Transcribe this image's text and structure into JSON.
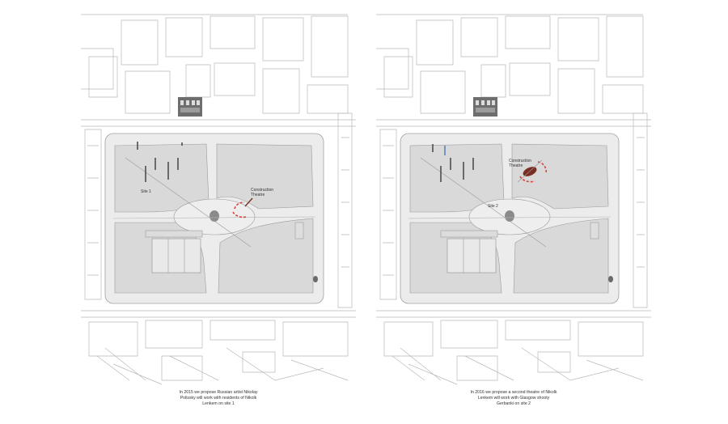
{
  "panels": [
    {
      "site_label": "Site 1",
      "construction_label": "Construction Theatre",
      "caption": [
        "In 2015 we propose Russian artist Nikolay",
        "Polissky will work with residents of Nikolk",
        "Lenkem on site 1"
      ]
    },
    {
      "site_label": "Site 2",
      "construction_label": "Construction Theatre",
      "caption": [
        "In 2016 we propose a second theatre of Nikolk",
        "Lenkem will work with Glasgow shooty",
        "Gerbanki on site 2"
      ]
    }
  ],
  "colors": {
    "park_fill": "#ececec",
    "lawn_fill": "#d9d9d9",
    "line": "#9a9a9a",
    "marker_red": "#d9413a",
    "object_brown": "#7a2e22"
  }
}
